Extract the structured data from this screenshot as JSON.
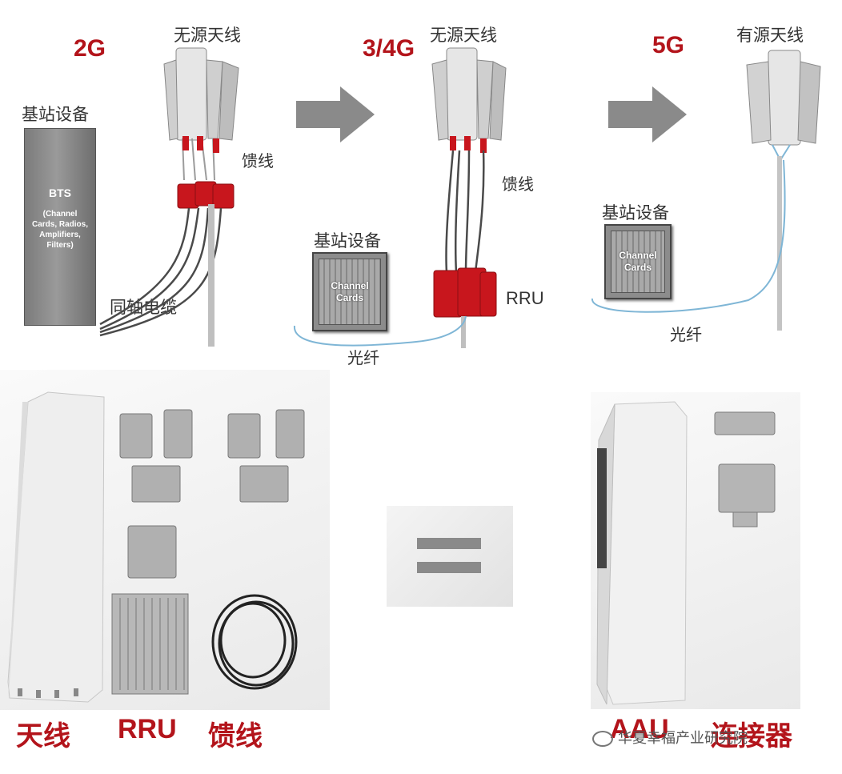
{
  "top": {
    "g2": {
      "title": "2G",
      "antenna_label": "无源天线",
      "station_label": "基站设备",
      "feeder_label": "馈线",
      "cable_label": "同轴电缆",
      "bts_title": "BTS",
      "bts_detail": "(Channel Cards, Radios, Amplifiers, Filters)"
    },
    "g34": {
      "title": "3/4G",
      "antenna_label": "无源天线",
      "station_label": "基站设备",
      "feeder_label": "馈线",
      "rru_label": "RRU",
      "fiber_label": "光纤",
      "card_label": "Channel Cards"
    },
    "g5": {
      "title": "5G",
      "antenna_label": "有源天线",
      "station_label": "基站设备",
      "fiber_label": "光纤",
      "card_label": "Channel Cards"
    }
  },
  "bottom": {
    "label_antenna": "天线",
    "label_rru": "RRU",
    "label_feeder": "馈线",
    "label_aau": "AAU",
    "label_connector": "连接器",
    "watermark": "华夏幸福产业研究院"
  },
  "colors": {
    "accent": "#b3141b",
    "rru_red": "#c8161d",
    "fiber": "#7fb6d6",
    "arrow": "#8a8a8a"
  }
}
